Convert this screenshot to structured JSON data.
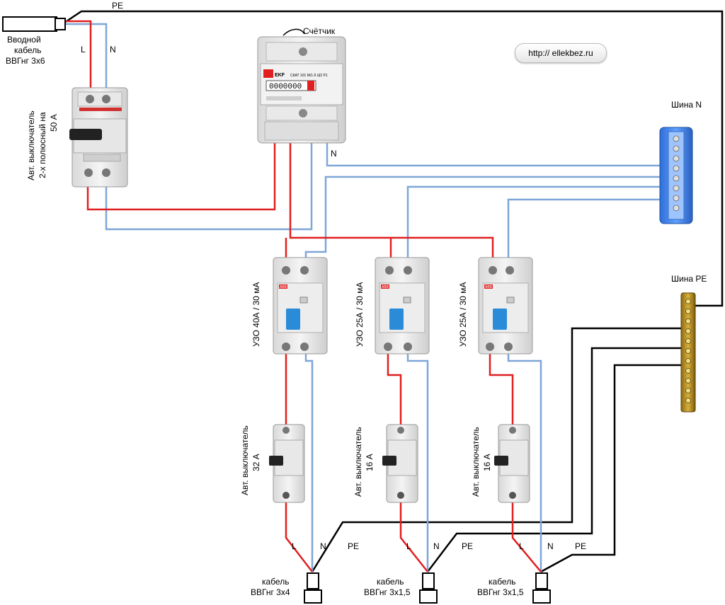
{
  "labels": {
    "pe_top": "PE",
    "input_cable_line1": "Вводной",
    "input_cable_line2": "кабель",
    "input_cable_line3": "ВВГнг 3х6",
    "input_L": "L",
    "input_N": "N",
    "main_breaker_line1": "Авт. выключатель",
    "main_breaker_line2": "2-х полюсный на",
    "main_breaker_line3": "50 А",
    "meter_title": "Счётчик",
    "meter_brand": "EKF",
    "meter_model": "СКАТ 101 М/1-5 Ш2 Р1",
    "meter_digits": "0000000",
    "meter_N": "N",
    "website": "http:// ellekbez.ru",
    "bus_n": "Шина N",
    "bus_pe": "Шина PE",
    "rcd1": "УЗО 40А / 30 мА",
    "rcd2": "УЗО 25А / 30 мА",
    "rcd3": "УЗО 25А / 30 мА",
    "rcd_brand": "ABB",
    "breaker1_line1": "Авт. выключатель",
    "breaker1_line2": "32 А",
    "breaker2_line1": "Авт. выключатель",
    "breaker2_line2": "16 А",
    "breaker3_line1": "Авт. выключатель",
    "breaker3_line2": "16 А",
    "out_L": "L",
    "out_N": "N",
    "out_PE": "PE",
    "cable1_line1": "кабель",
    "cable1_line2": "ВВГнг 3х4",
    "cable2_line1": "кабель",
    "cable2_line2": "ВВГнг 3х1,5",
    "cable3_line1": "кабель",
    "cable3_line2": "ВВГнг 3х1,5"
  },
  "wire_colors": {
    "L": "#e02020",
    "N": "#7ea6d8",
    "PE": "#000000"
  }
}
